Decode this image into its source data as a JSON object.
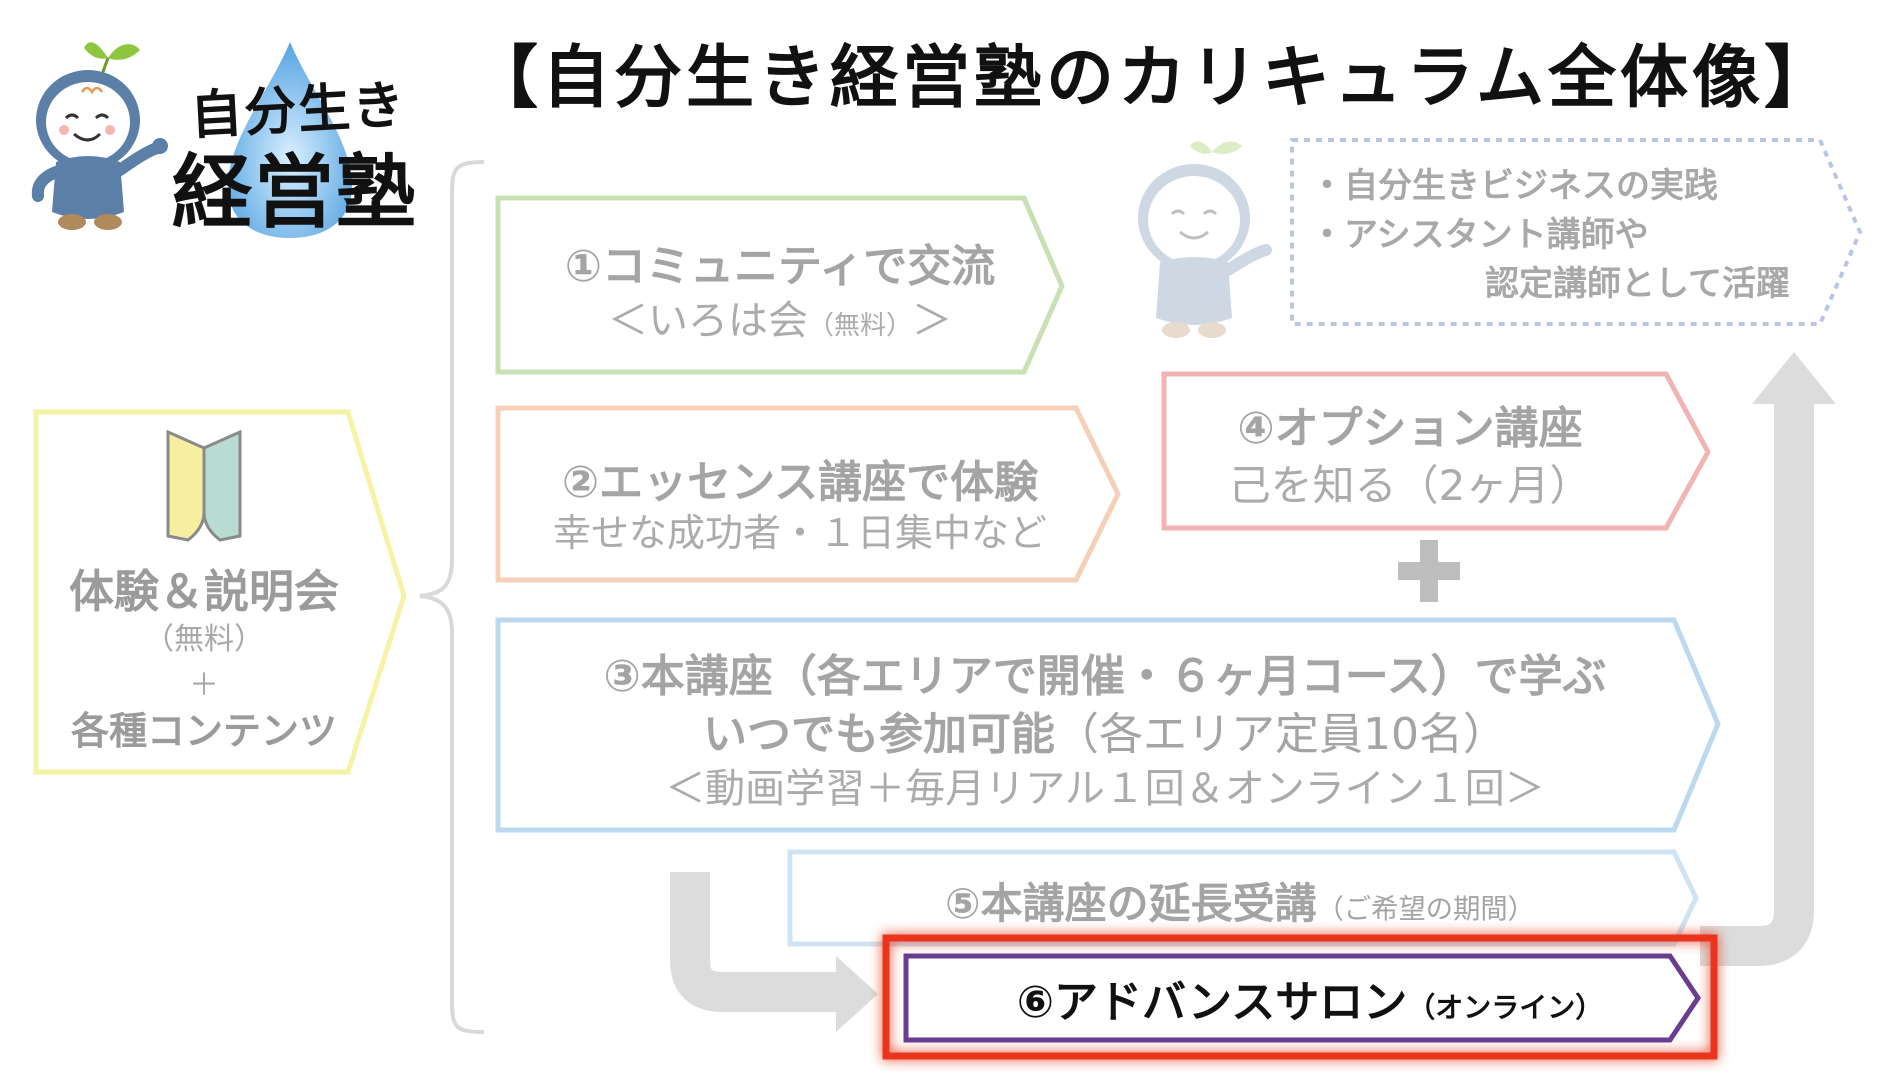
{
  "title": "【自分生き経営塾のカリキュラム全体像】",
  "logo": {
    "line1": "自分生き",
    "line2": "経営塾"
  },
  "nodes": {
    "start": {
      "line1": "体験＆説明会",
      "line2": "（無料）",
      "line3": "＋",
      "line4": "各種コンテンツ",
      "border_color": "#f7f3a6"
    },
    "n1": {
      "line1": "①コミュニティで交流",
      "line2_main": "＜いろは会",
      "line2_small": "（無料）",
      "line2_end": "＞",
      "border_color": "#c9e0b4"
    },
    "n2": {
      "line1": "②エッセンス講座で体験",
      "line2": "幸せな成功者・１日集中など",
      "border_color": "#f5d0b8"
    },
    "n3": {
      "line1": "③本講座（各エリアで開催・６ヶ月コース）で学ぶ",
      "line2_bold": "いつでも参加可能",
      "line2_rest": "（各エリア定員10名）",
      "line3": "＜動画学習＋毎月リアル１回＆オンライン１回＞",
      "border_color": "#bcd9ef"
    },
    "n4": {
      "line1": "④オプション講座",
      "line2": "己を知る（2ヶ月）",
      "border_color": "#f2b3b3"
    },
    "n5": {
      "line1_main": "⑤本講座の延長受講",
      "line1_small": "（ご希望の期間）",
      "border_color": "#cfe4f3"
    },
    "n6": {
      "line1_main": "⑥アドバンスサロン",
      "line1_small": "（オンライン）",
      "border_color": "#6a3d8f",
      "highlight_color": "#e8341c"
    },
    "goal": {
      "line1": "・自分生きビジネスの実践",
      "line2": "・アシスタント講師や",
      "line3": "認定講師として活躍",
      "border_color": "#b9c5e3"
    }
  },
  "plus_sign": "＋",
  "colors": {
    "arrow_gray": "#dcdcdc",
    "mascot_blue": "#5b7fa6",
    "mascot_face": "#ffffff",
    "drop_blue": "#6fb5e8",
    "leaf_green": "#8fc63f",
    "beginner_yellow": "#f6efa0",
    "beginner_green": "#b9dcd2"
  },
  "icons": [
    "mascot-icon",
    "water-drop-icon",
    "leaf-icon",
    "beginner-mark-icon",
    "plus-icon",
    "up-arrow-icon",
    "curved-arrow-icon"
  ]
}
